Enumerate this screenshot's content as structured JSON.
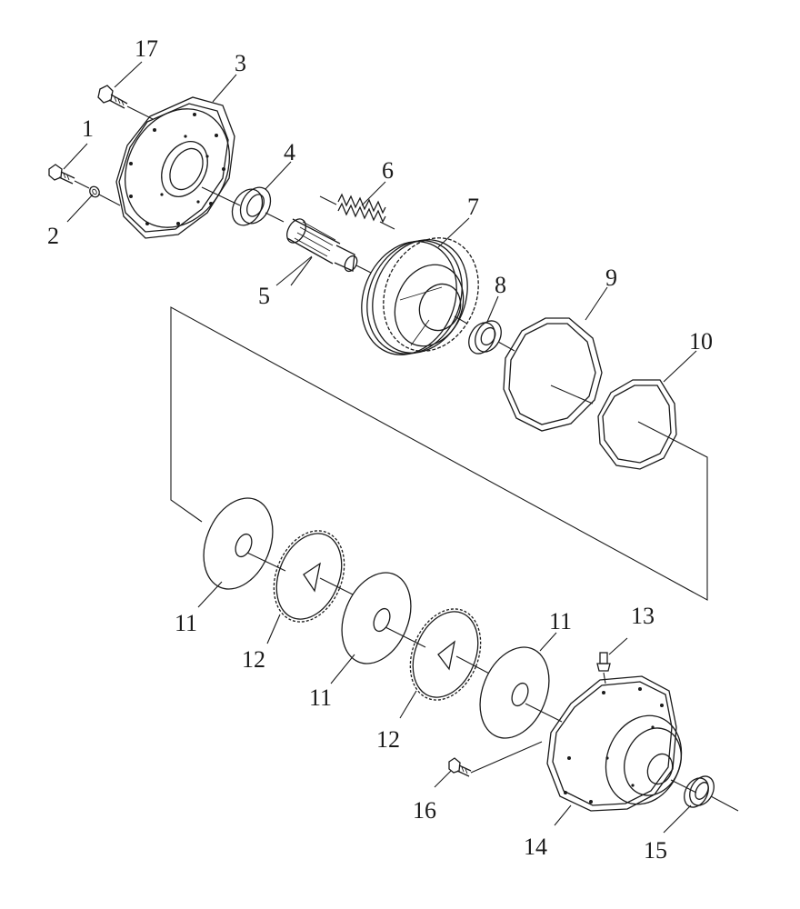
{
  "callouts": [
    {
      "id": "c1",
      "text": "1"
    },
    {
      "id": "c2",
      "text": "2"
    },
    {
      "id": "c3",
      "text": "3"
    },
    {
      "id": "c4",
      "text": "4"
    },
    {
      "id": "c5",
      "text": "5"
    },
    {
      "id": "c6",
      "text": "6"
    },
    {
      "id": "c7",
      "text": "7"
    },
    {
      "id": "c8",
      "text": "8"
    },
    {
      "id": "c9",
      "text": "9"
    },
    {
      "id": "c10",
      "text": "10"
    },
    {
      "id": "c11a",
      "text": "11"
    },
    {
      "id": "c11b",
      "text": "11"
    },
    {
      "id": "c11c",
      "text": "11"
    },
    {
      "id": "c12a",
      "text": "12"
    },
    {
      "id": "c12b",
      "text": "12"
    },
    {
      "id": "c13",
      "text": "13"
    },
    {
      "id": "c14",
      "text": "14"
    },
    {
      "id": "c15",
      "text": "15"
    },
    {
      "id": "c16",
      "text": "16"
    },
    {
      "id": "c17",
      "text": "17"
    }
  ]
}
